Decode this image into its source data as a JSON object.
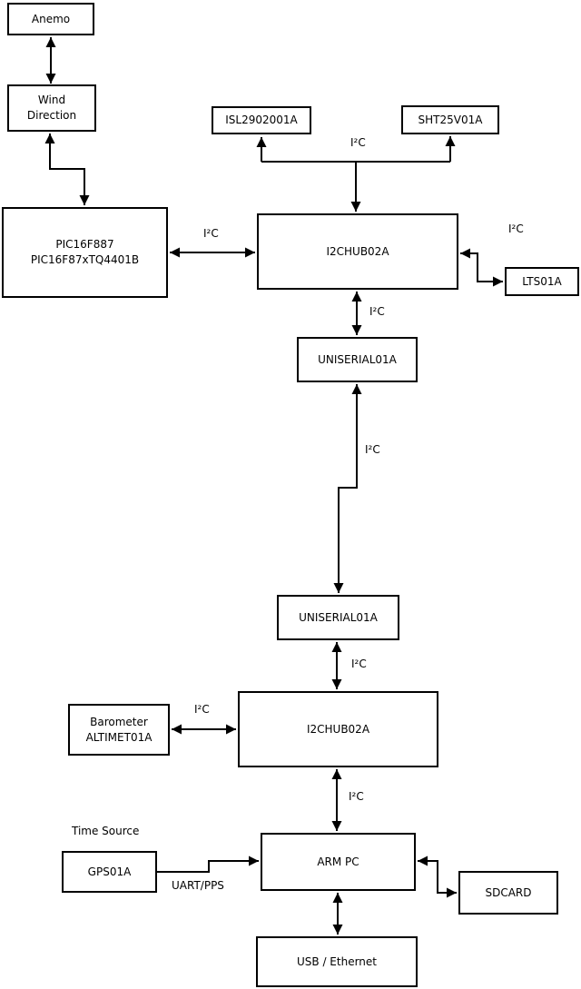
{
  "diagram": {
    "background_color": "#ffffff",
    "line_color": "#000000",
    "nodes": {
      "anemo": {
        "label": "Anemo"
      },
      "wind_direction": {
        "label": "Wind\nDirection"
      },
      "pic": {
        "label": "PIC16F887\nPIC16F87xTQ4401B"
      },
      "isl": {
        "label": "ISL2902001A"
      },
      "sht": {
        "label": "SHT25V01A"
      },
      "i2c_hub_top": {
        "label": "I2CHUB02A"
      },
      "lts": {
        "label": "LTS01A"
      },
      "uniserial_top": {
        "label": "UNISERIAL01A"
      },
      "uniserial_bottom": {
        "label": "UNISERIAL01A"
      },
      "i2c_hub_bottom": {
        "label": "I2CHUB02A"
      },
      "barometer": {
        "label": "Barometer\nALTIMET01A"
      },
      "gps": {
        "label": "GPS01A"
      },
      "arm_pc": {
        "label": "ARM PC"
      },
      "sdcard": {
        "label": "SDCARD"
      },
      "usb_ethernet": {
        "label": "USB / Ethernet"
      }
    },
    "edges": [
      {
        "from": "anemo",
        "to": "wind_direction",
        "bidirectional": true
      },
      {
        "from": "wind_direction",
        "to": "pic",
        "bidirectional": true
      },
      {
        "from": "pic",
        "to": "i2c_hub_top",
        "bidirectional": true,
        "label": "I²C"
      },
      {
        "from": "i2c_hub_top",
        "to": "isl",
        "bidirectional": true,
        "label": "I²C"
      },
      {
        "from": "i2c_hub_top",
        "to": "sht",
        "bidirectional": true
      },
      {
        "from": "i2c_hub_top",
        "to": "lts",
        "bidirectional": true,
        "label": "I²C"
      },
      {
        "from": "i2c_hub_top",
        "to": "uniserial_top",
        "bidirectional": true,
        "label": "I²C"
      },
      {
        "from": "uniserial_top",
        "to": "uniserial_bottom",
        "bidirectional": true,
        "label": "I²C"
      },
      {
        "from": "uniserial_bottom",
        "to": "i2c_hub_bottom",
        "bidirectional": true,
        "label": "I²C"
      },
      {
        "from": "barometer",
        "to": "i2c_hub_bottom",
        "bidirectional": true,
        "label": "I²C"
      },
      {
        "from": "i2c_hub_bottom",
        "to": "arm_pc",
        "bidirectional": true,
        "label": "I²C"
      },
      {
        "from": "gps",
        "to": "arm_pc",
        "bidirectional": false,
        "label": "UART/PPS"
      },
      {
        "from": "arm_pc",
        "to": "sdcard",
        "bidirectional": true
      },
      {
        "from": "arm_pc",
        "to": "usb_ethernet",
        "bidirectional": true
      }
    ],
    "annotations": {
      "time_source": "Time Source"
    }
  }
}
